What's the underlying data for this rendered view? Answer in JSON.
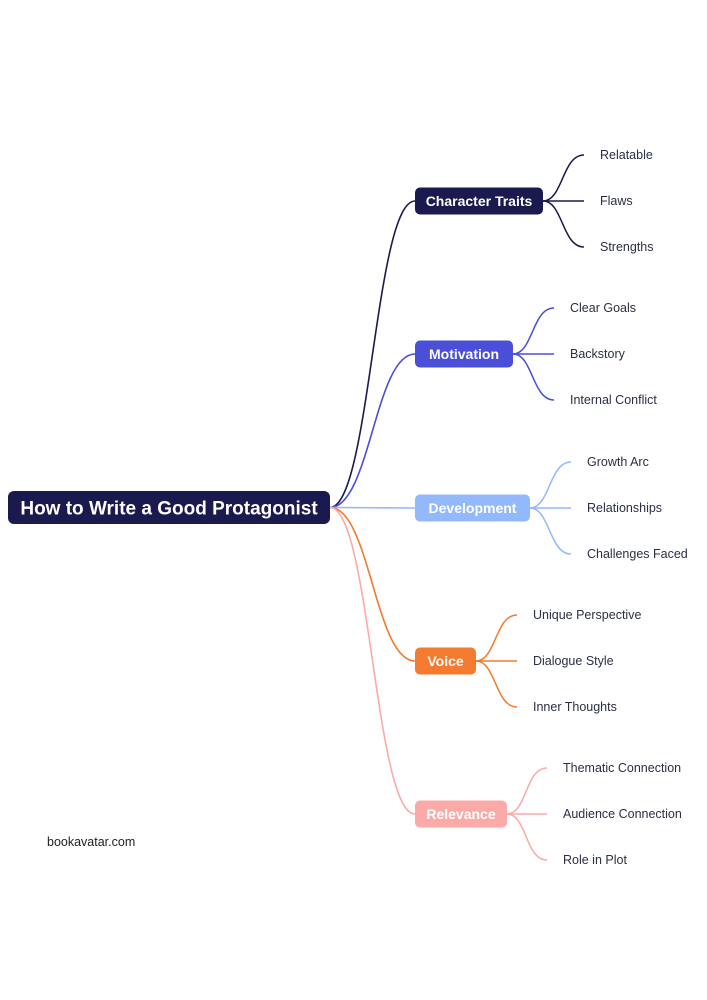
{
  "root": {
    "label": "How to Write a Good Protagonist",
    "color": "#1b1a4e"
  },
  "branches": [
    {
      "label": "Character Traits",
      "color": "#1b1a4e",
      "text_color": "#ffffff",
      "leaves": [
        "Relatable",
        "Flaws",
        "Strengths"
      ]
    },
    {
      "label": "Motivation",
      "color": "#4b4fd8",
      "text_color": "#ffffff",
      "leaves": [
        "Clear Goals",
        "Backstory",
        "Internal Conflict"
      ]
    },
    {
      "label": "Development",
      "color": "#93b8fb",
      "text_color": "#ffffff",
      "leaves": [
        "Growth Arc",
        "Relationships",
        "Challenges Faced"
      ]
    },
    {
      "label": "Voice",
      "color": "#f47a30",
      "text_color": "#ffffff",
      "leaves": [
        "Unique Perspective",
        "Dialogue Style",
        "Inner Thoughts"
      ]
    },
    {
      "label": "Relevance",
      "color": "#fcaaa8",
      "text_color": "#ffffff",
      "leaves": [
        "Thematic Connection",
        "Audience Connection",
        "Role in Plot"
      ]
    }
  ],
  "footer": {
    "website": "bookavatar.com"
  }
}
